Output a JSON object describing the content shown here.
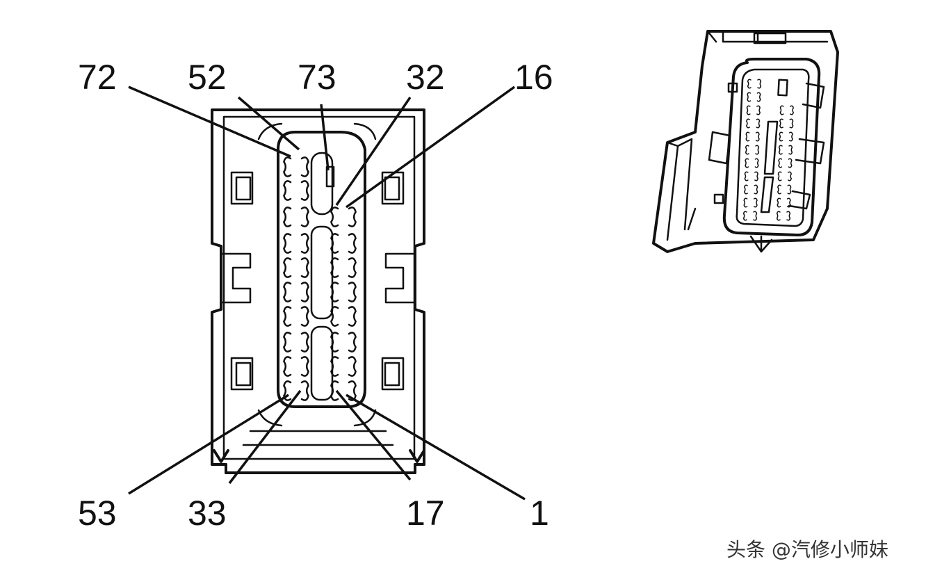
{
  "labels": {
    "top": [
      "72",
      "52",
      "73",
      "32",
      "16"
    ],
    "bottom": [
      "53",
      "33",
      "17",
      "1"
    ]
  },
  "watermark": "头条 @汽修小师妹"
}
